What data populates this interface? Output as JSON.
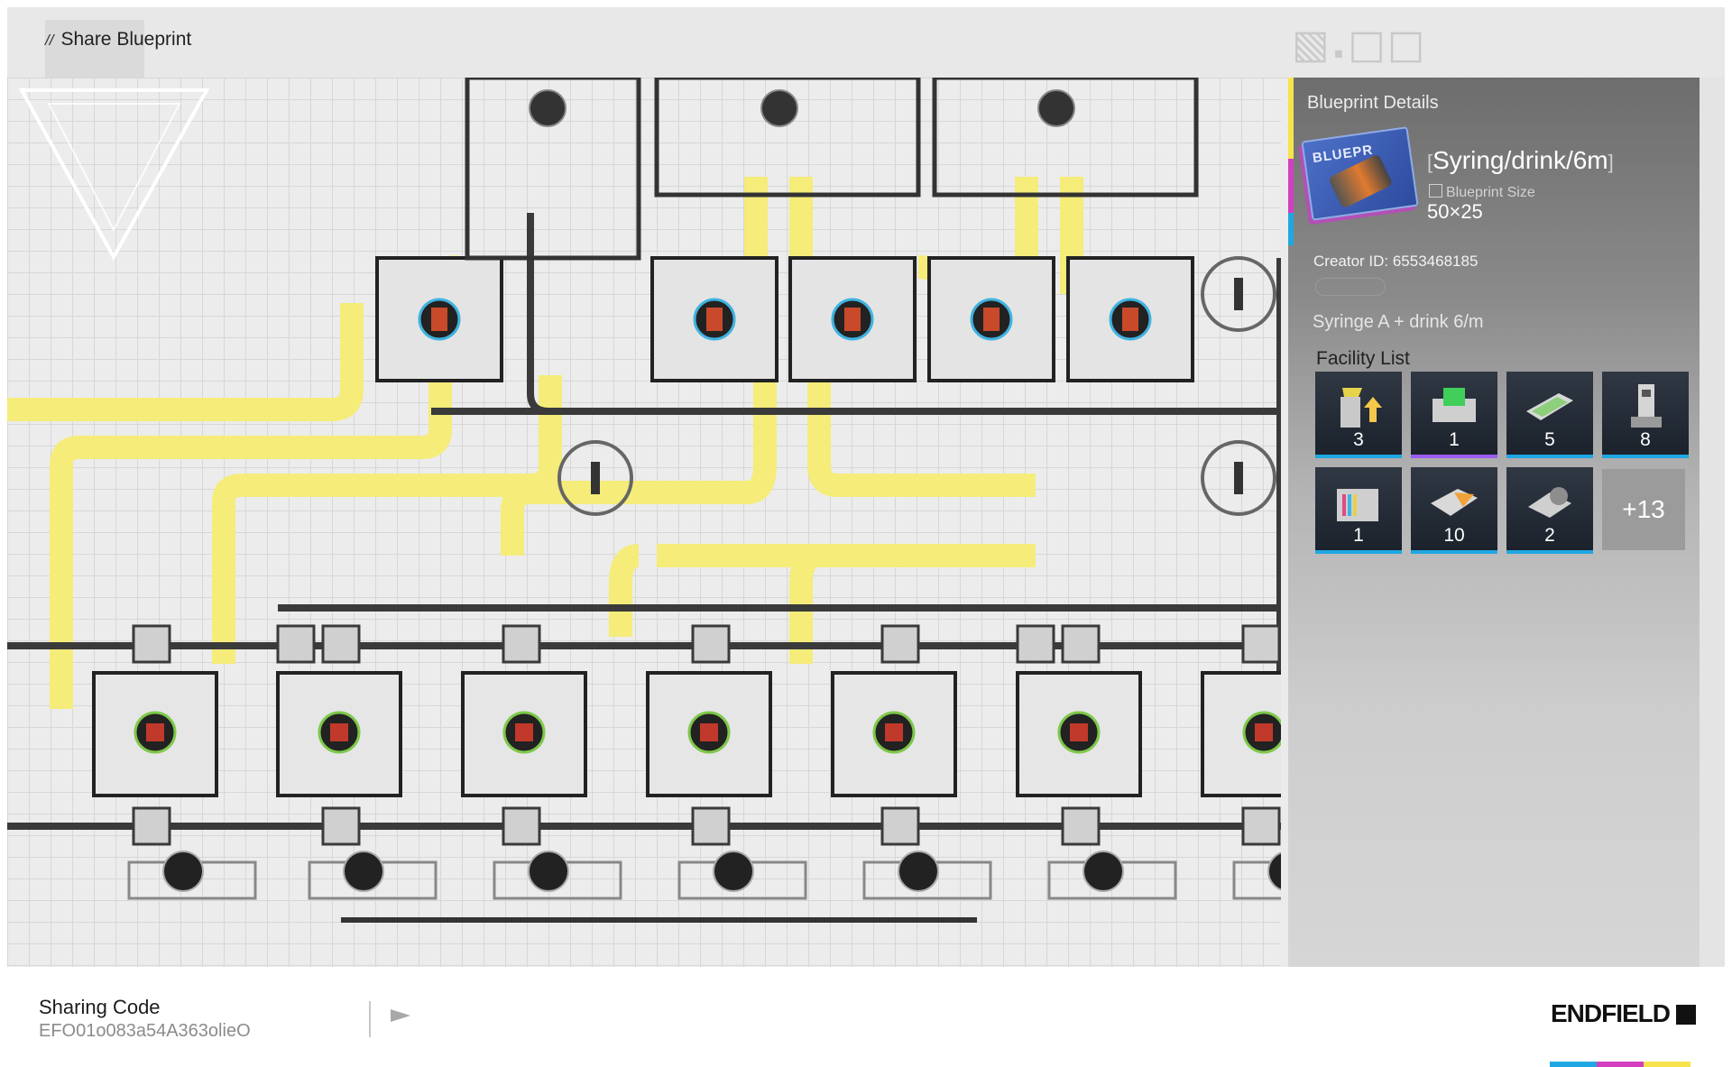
{
  "header": {
    "title": "Share Blueprint",
    "title_prefix": "//"
  },
  "panel": {
    "heading": "Blueprint Details",
    "blueprint_name": "Syring/drink/6m",
    "thumb_label": "BLUEPR",
    "size_label": "Blueprint Size",
    "size_value": "50×25",
    "creator": "Creator ID: 6553468185",
    "description": "Syringe A + drink 6/m",
    "facility_title": "Facility List",
    "facilities": [
      {
        "icon": "upgrade-tower-icon",
        "count": "3",
        "rarity": "blue"
      },
      {
        "icon": "green-module-icon",
        "count": "1",
        "rarity": "purple"
      },
      {
        "icon": "circuit-board-icon",
        "count": "5",
        "rarity": "blue"
      },
      {
        "icon": "pylon-icon",
        "count": "8",
        "rarity": "blue"
      },
      {
        "icon": "refinery-icon",
        "count": "1",
        "rarity": "blue"
      },
      {
        "icon": "conveyor-machine-icon",
        "count": "10",
        "rarity": "blue"
      },
      {
        "icon": "crusher-icon",
        "count": "2",
        "rarity": "blue"
      }
    ],
    "more_count": "+13"
  },
  "footer": {
    "share_label": "Sharing Code",
    "share_code": "EFO01o083a54A363olieO",
    "brand": "ENDFIELD"
  },
  "colors": {
    "belt_yellow": "#f5ec7a",
    "rail_dark": "#3a3a3a",
    "accent_yellow": "#f6e34b",
    "accent_magenta": "#d33fbf",
    "accent_cyan": "#1ea7e2"
  }
}
